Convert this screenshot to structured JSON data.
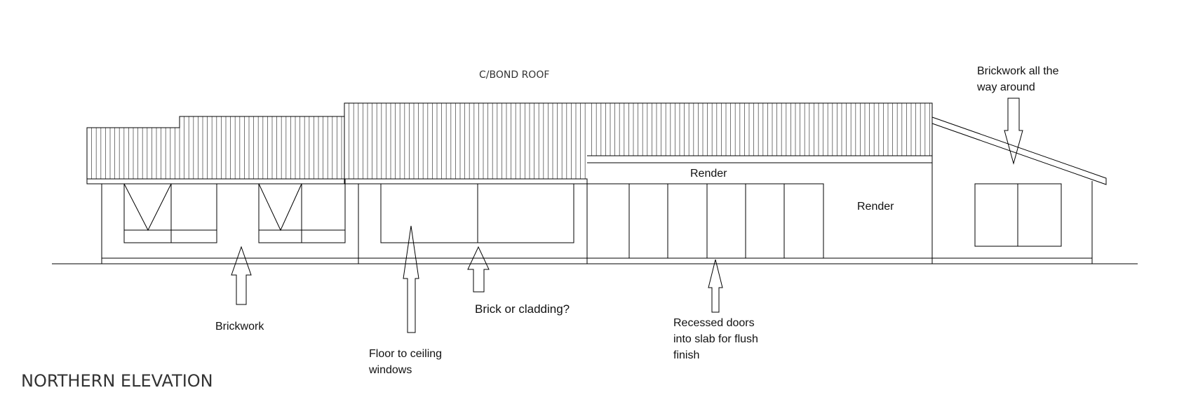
{
  "diagram": {
    "roof_label": "C/BOND ROOF",
    "title": "NORTHERN ELEVATION",
    "render_upper": "Render",
    "render_side": "Render",
    "annotations": {
      "brickwork_around": [
        "Brickwork all the",
        "way around"
      ],
      "brickwork": "Brickwork",
      "floor_windows": [
        "Floor to ceiling",
        "windows"
      ],
      "brick_or_cladding": "Brick or cladding?",
      "recessed_doors": [
        "Recessed doors",
        "into slab for flush",
        "finish"
      ]
    }
  }
}
